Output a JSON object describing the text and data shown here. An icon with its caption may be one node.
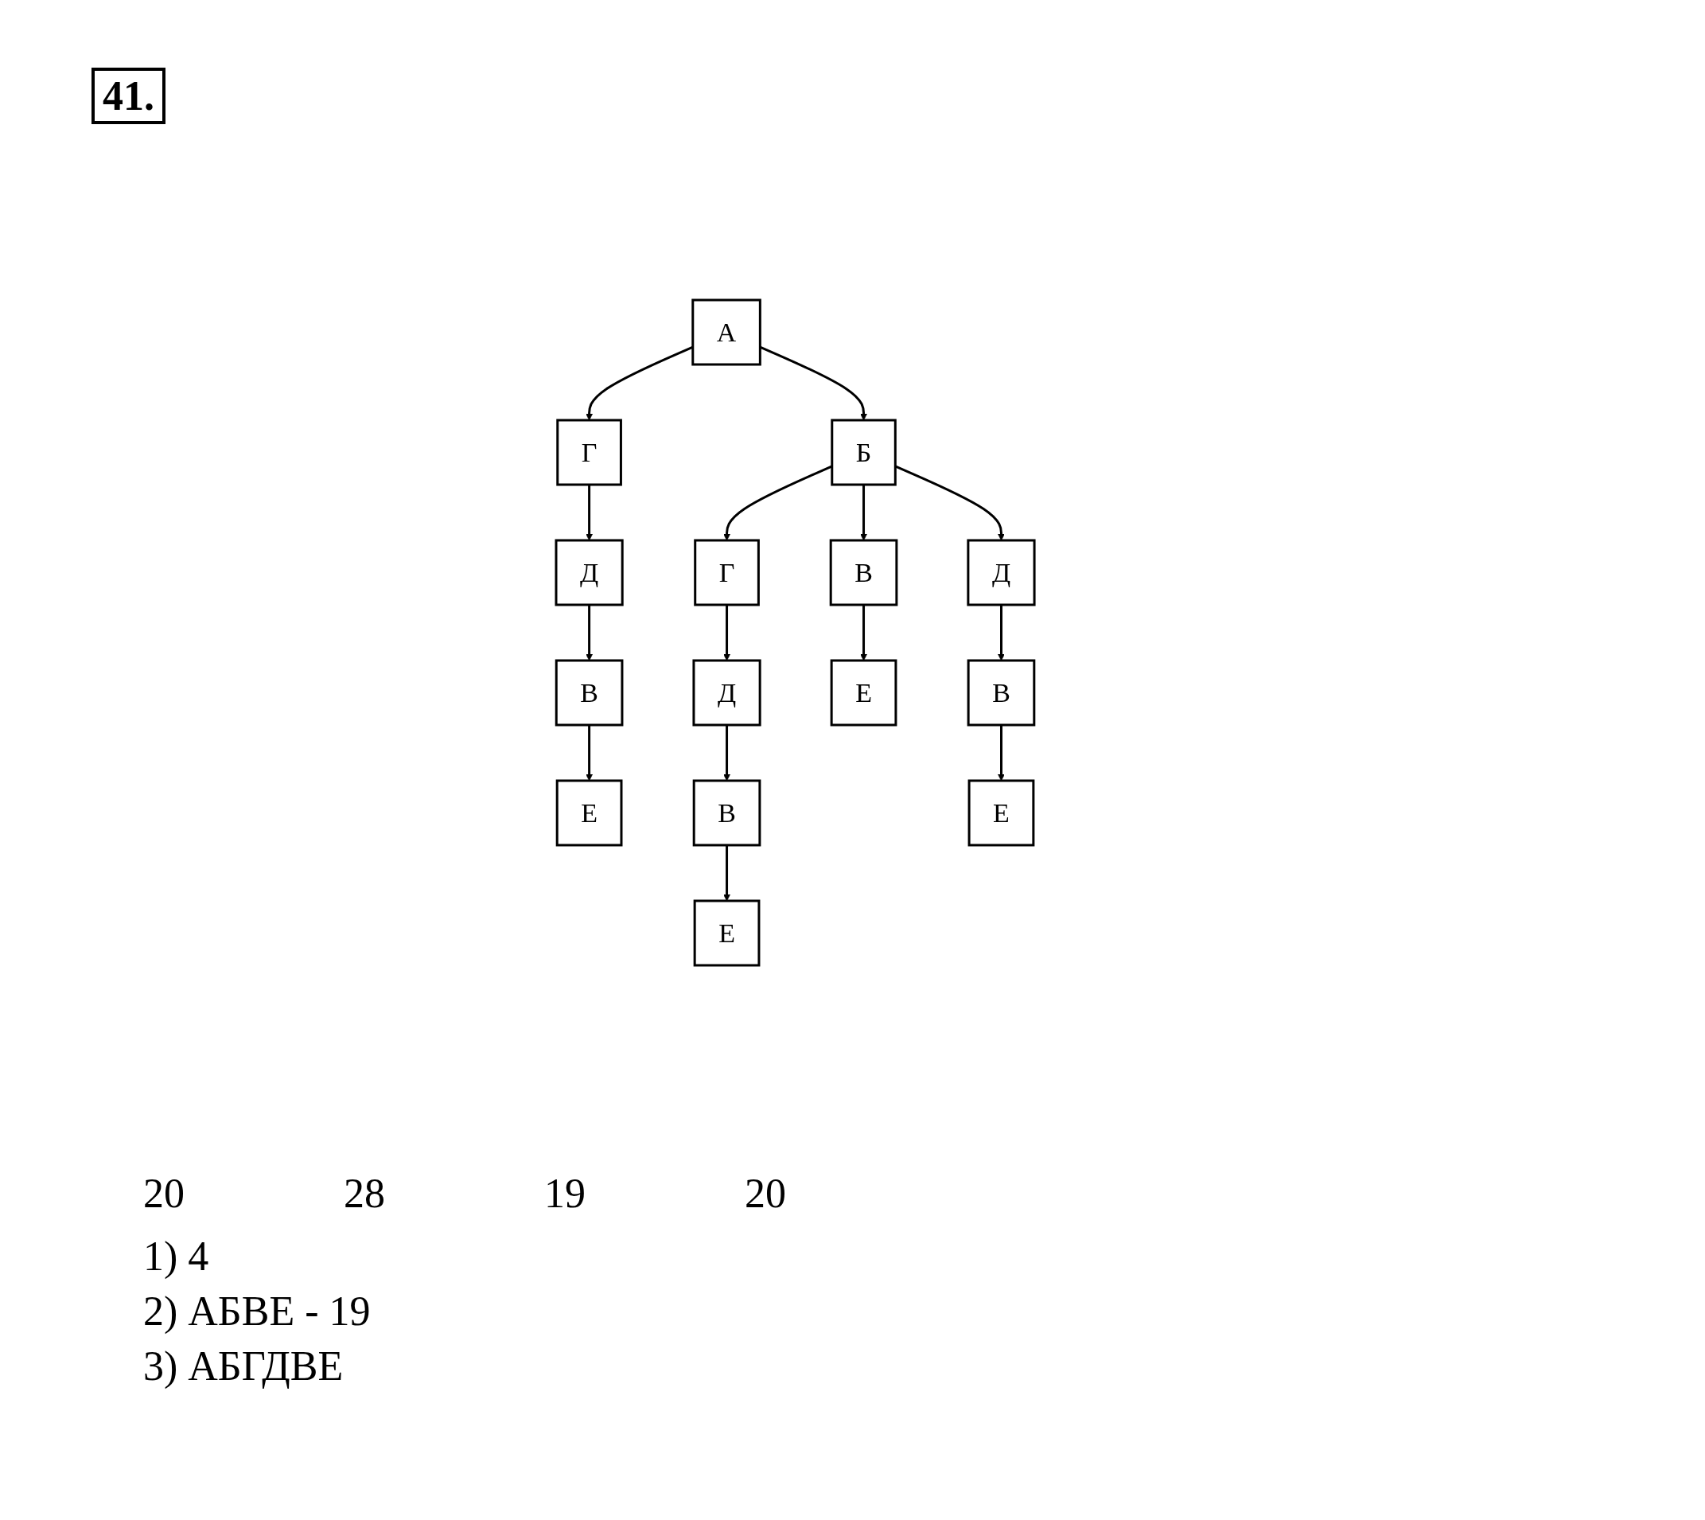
{
  "diagram": {
    "title": "41.",
    "nodes": [
      {
        "text": [
          "А"
        ]
      },
      {
        "text": [
          "Г"
        ]
      },
      {
        "text": [
          "Д"
        ]
      },
      {
        "text": [
          "В"
        ]
      },
      {
        "text": [
          "Е"
        ]
      },
      {
        "text": [
          "Б"
        ]
      },
      {
        "text": [
          "Г"
        ]
      },
      {
        "text": [
          "Д"
        ]
      },
      {
        "text": [
          "В"
        ]
      },
      {
        "text": [
          "Е"
        ]
      },
      {
        "text": [
          "В"
        ]
      },
      {
        "text": [
          "Е"
        ]
      },
      {
        "text": [
          "Д"
        ]
      },
      {
        "text": [
          "В"
        ]
      },
      {
        "text": [
          "Е"
        ]
      }
    ],
    "edges": [
      {
        "from": 0,
        "to": 1,
        "arrow": "to"
      },
      {
        "from": 1,
        "to": 2,
        "arrow": "to"
      },
      {
        "from": 2,
        "to": 3,
        "arrow": "to"
      },
      {
        "from": 3,
        "to": 4,
        "arrow": "to"
      },
      {
        "from": 0,
        "to": 5,
        "arrow": "to"
      },
      {
        "from": 5,
        "to": 6,
        "arrow": "to"
      },
      {
        "from": 6,
        "to": 7,
        "arrow": "to"
      },
      {
        "from": 7,
        "to": 8,
        "arrow": "to"
      },
      {
        "from": 8,
        "to": 9,
        "arrow": "to"
      },
      {
        "from": 5,
        "to": 10,
        "arrow": "to"
      },
      {
        "from": 10,
        "to": 11,
        "arrow": "to"
      },
      {
        "from": 5,
        "to": 12,
        "arrow": "to"
      },
      {
        "from": 12,
        "to": 13,
        "arrow": "to"
      },
      {
        "from": 13,
        "to": 14,
        "arrow": "to"
      }
    ],
    "labels": [
      "20",
      "28",
      "19",
      "20",
      "1) 4",
      "2) АБВЕ - 19",
      "3) АБГДВЕ"
    ]
  }
}
